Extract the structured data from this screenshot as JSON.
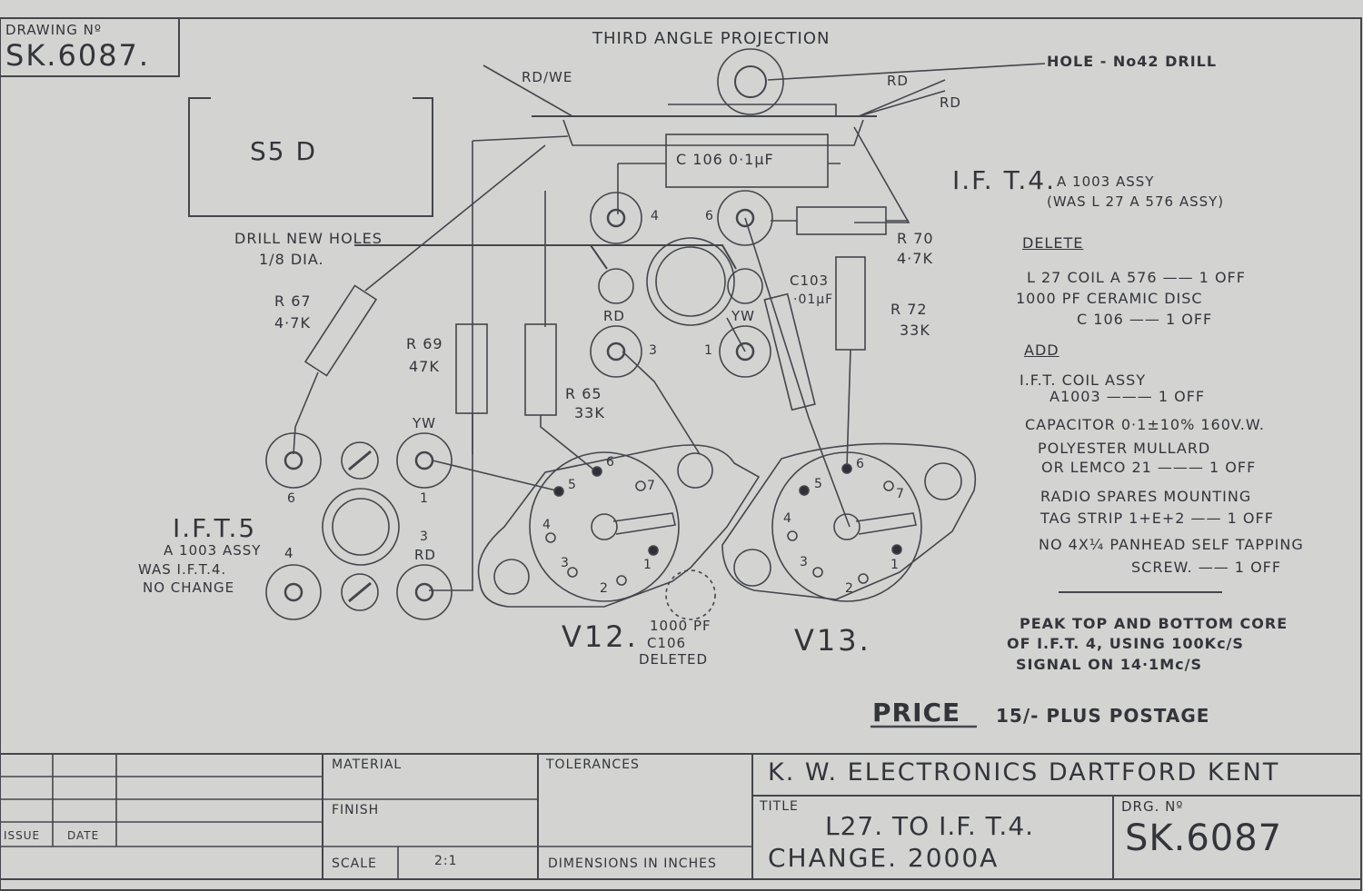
{
  "header": {
    "drawing_no_label": "DRAWING Nº",
    "drawing_no": "SK.6087.",
    "projection": "THIRD ANGLE PROJECTION",
    "hole_note": "HOLE - No42 DRILL"
  },
  "labels": {
    "s5d": "S5 D",
    "rd_we": "RD/WE",
    "rd_a": "RD",
    "rd_b": "RD",
    "c106": "C 106  0·1μF",
    "ift4_title": "I.F. T.4.",
    "ift4_assy": "A 1003 ASSY",
    "ift4_was": "(WAS L 27 A 576 ASSY)",
    "drill_new_holes": "DRILL NEW HOLES",
    "drill_dia": "1/8 DIA.",
    "r67": "R 67",
    "r67_val": "4·7K",
    "r69": "R 69",
    "r69_val": "47K",
    "r65": "R 65",
    "r65_val": "33K",
    "r70": "R 70",
    "r70_val": "4·7K",
    "r72": "R 72",
    "r72_val": "33K",
    "c103": "C103",
    "c103_val": "·01μF",
    "pin4": "4",
    "pin6": "6",
    "pin3": "3",
    "pin1": "1",
    "rd_mid": "RD",
    "yw_mid": "YW",
    "yw_left": "YW",
    "pin6_left": "6",
    "pin1_left": "1",
    "ift5_title": "I.F.T.5",
    "ift5_assy": "A 1003 ASSY",
    "ift5_4": "4",
    "ift5_was": "WAS  I.F.T.4.",
    "ift5_no_change": "NO CHANGE",
    "pin3_rd": "3",
    "rd_low": "RD",
    "v12": "V12.",
    "v13": "V13.",
    "c106_deleted_1": "1000 PF",
    "c106_deleted_2": "C106",
    "c106_deleted_3": "DELETED",
    "v12_pins": [
      "5",
      "6",
      "7",
      "4",
      "3",
      "2",
      "1"
    ],
    "v13_pins": [
      "5",
      "6",
      "7",
      "4",
      "3",
      "2",
      "1"
    ]
  },
  "notes": {
    "delete_heading": "DELETE",
    "delete_1": "L 27  COIL  A 576 —— 1  OFF",
    "delete_2": "1000 PF  CERAMIC  DISC",
    "delete_3": "C 106            —— 1  OFF",
    "add_heading": "ADD",
    "add_1": "I.F.T. COIL ASSY",
    "add_2": "A1003          ——— 1  OFF",
    "add_3": "CAPACITOR  0·1±10%  160V.W.",
    "add_4": "POLYESTER  MULLARD",
    "add_5": "OR  LEMCO  21 ——— 1  OFF",
    "add_6": "RADIO   SPARES  MOUNTING",
    "add_7": "TAG  STRIP  1+E+2 —— 1 OFF",
    "add_8": "NO 4X¼  PANHEAD SELF TAPPING",
    "add_9": "SCREW.         —— 1  OFF",
    "peak_1": "PEAK  TOP  AND  BOTTOM  CORE",
    "peak_2": "OF  I.F.T. 4,  USING  100Kc/S",
    "peak_3": "SIGNAL  ON  14·1Mc/S",
    "price_label": "PRICE",
    "price_value": "15/- PLUS POSTAGE"
  },
  "title_block": {
    "issue": "ISSUE",
    "date": "DATE",
    "material": "MATERIAL",
    "finish": "FINISH",
    "scale": "SCALE",
    "scale_value": "2:1",
    "tolerances": "TOLERANCES",
    "dimensions": "DIMENSIONS IN INCHES",
    "company": "K. W. ELECTRONICS  DARTFORD  KENT",
    "title_label": "TITLE",
    "title_1": "L27. TO I.F. T.4.",
    "title_2": "CHANGE.  2000A",
    "drg_no_label": "DRG. Nº",
    "drg_no": "SK.6087"
  },
  "colors": {
    "paper": "#d3d3d1",
    "ink": "#33353b"
  }
}
